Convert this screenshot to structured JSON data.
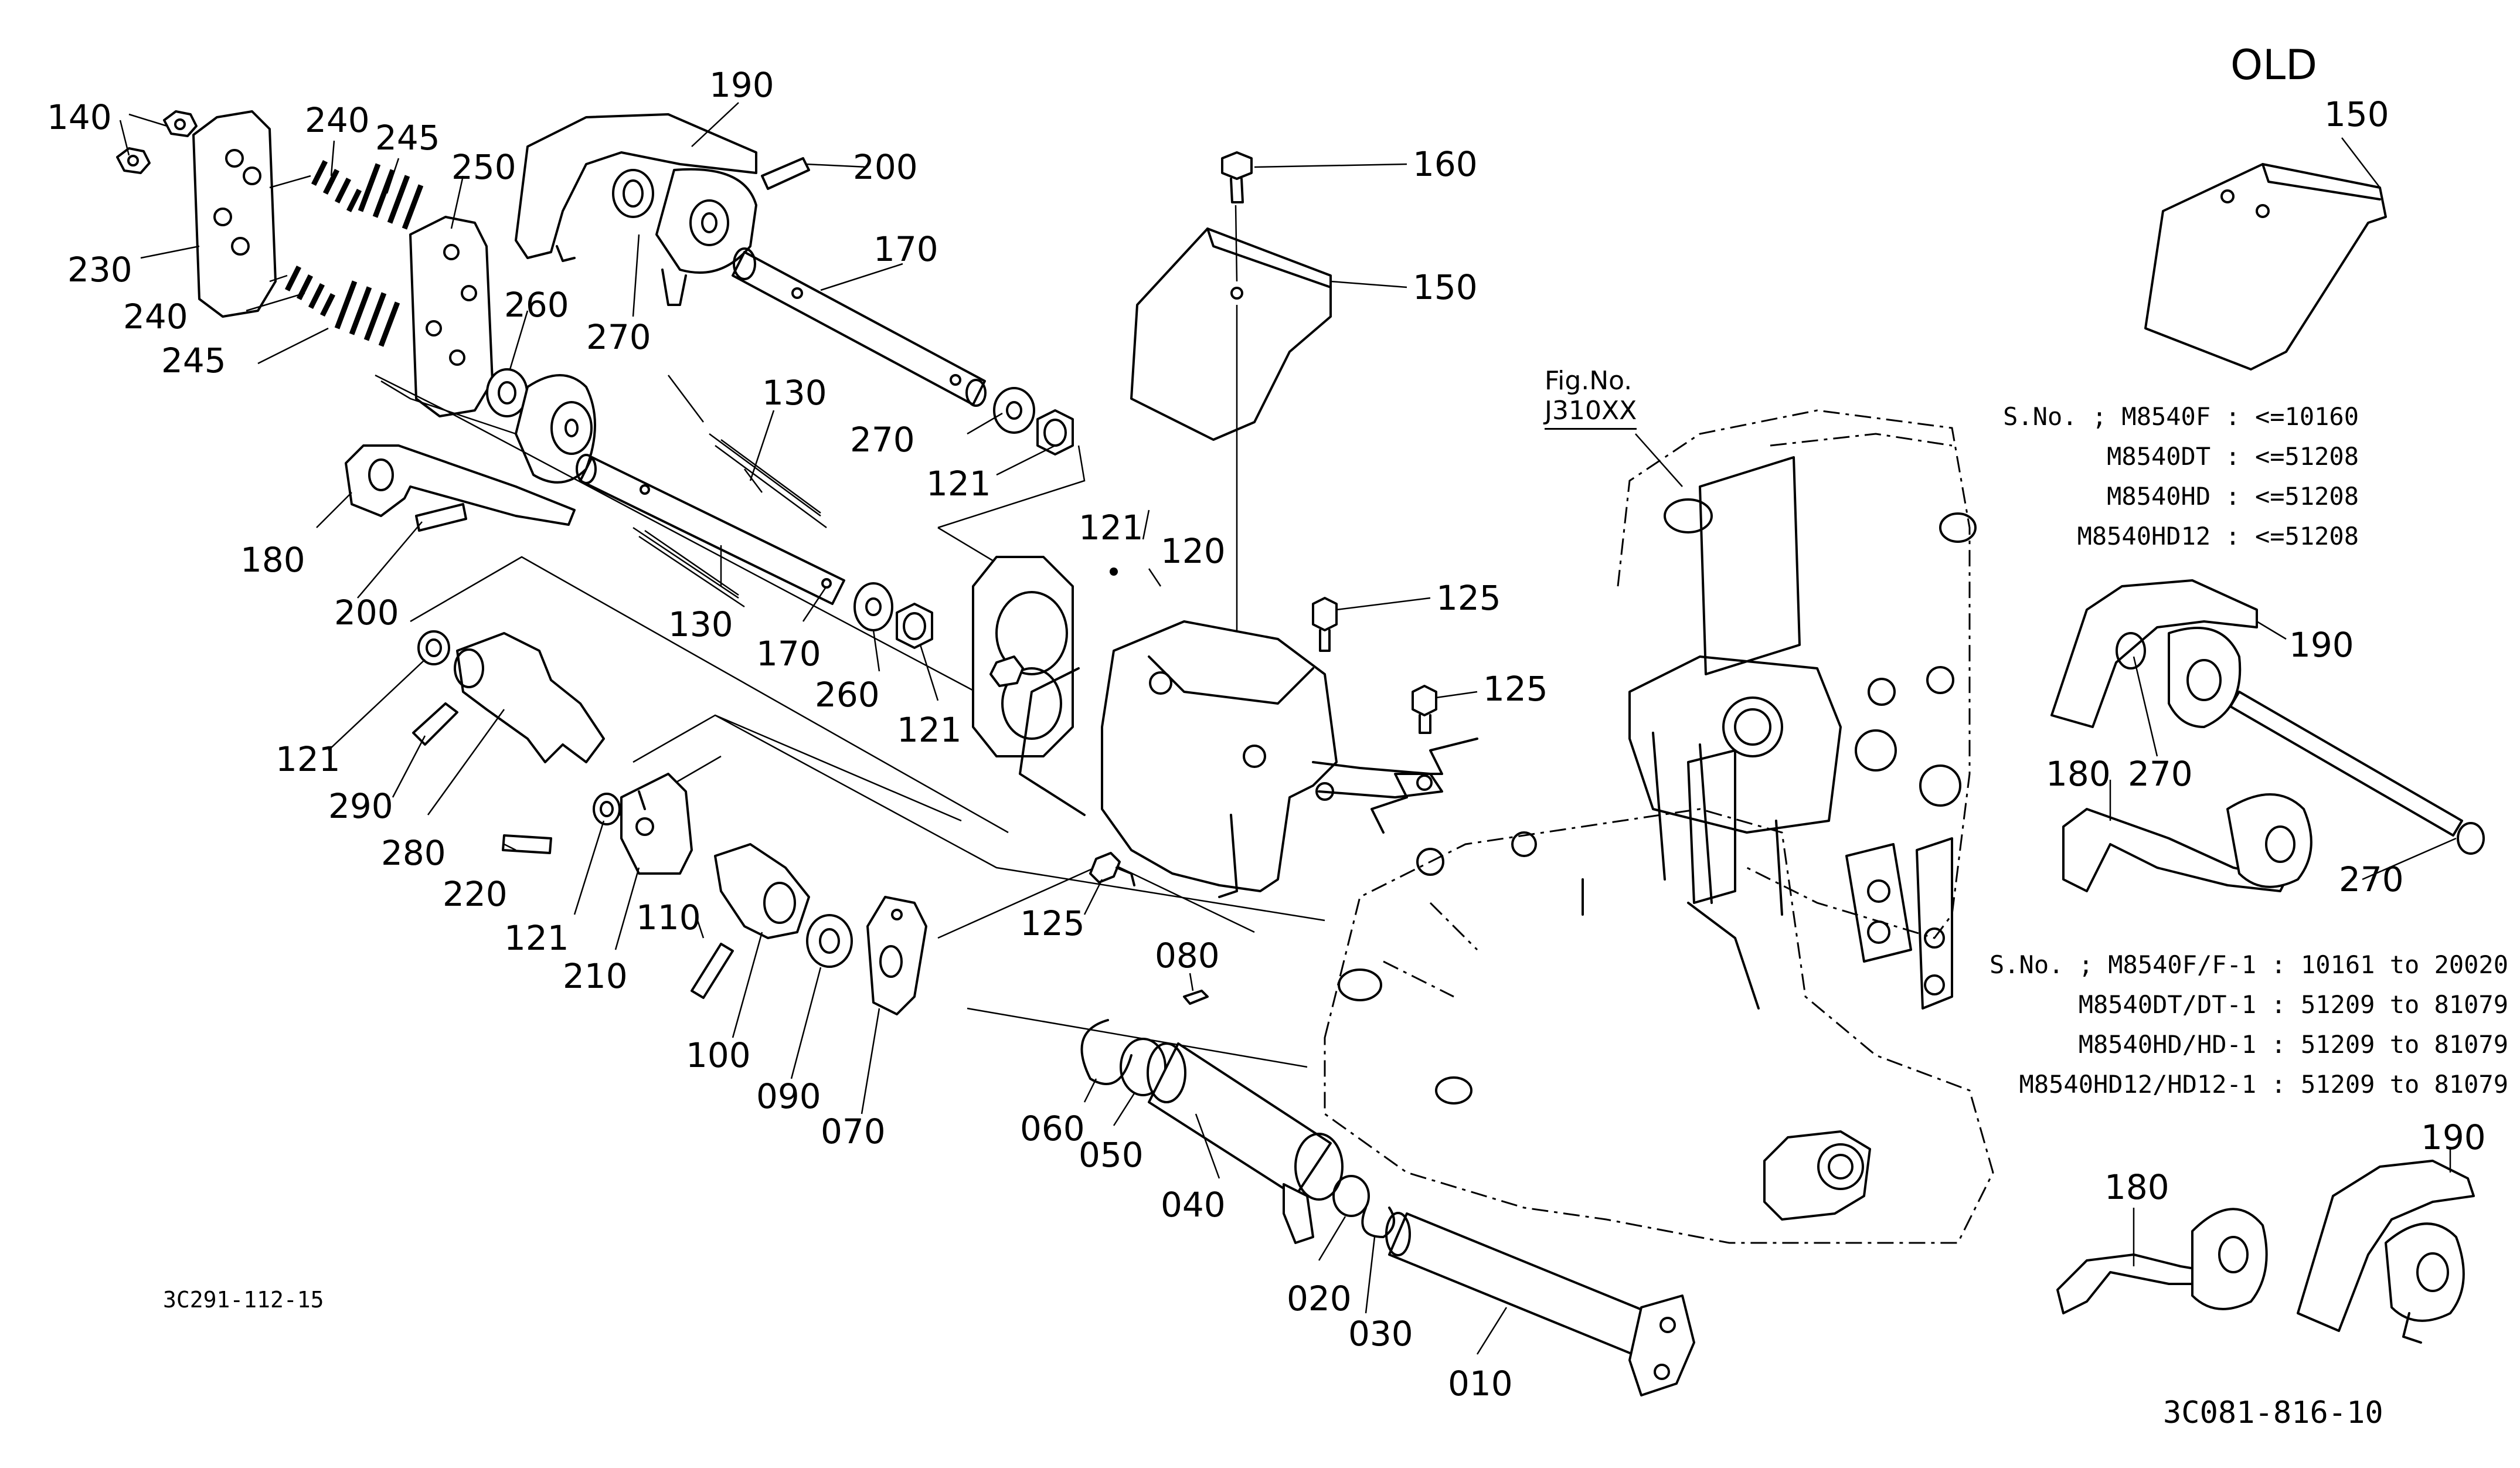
{
  "header": {
    "old_label": "OLD"
  },
  "figure": {
    "fig_no_label": "Fig.No.",
    "fig_no_value": "J310XX"
  },
  "codes": {
    "left_code": "3C291-112-15",
    "right_code": "3C081-816-10"
  },
  "serial_notes": {
    "old": [
      "S.No. ; M8540F : <=10160",
      "M8540DT : <=51208",
      "M8540HD : <=51208",
      "M8540HD12 : <=51208"
    ],
    "new": [
      "S.No. ; M8540F/F-1 : 10161 to 20020",
      "M8540DT/DT-1 : 51209 to 81079",
      "M8540HD/HD-1 : 51209 to 81079",
      "M8540HD12/HD12-1 : 51209 to 81079"
    ]
  },
  "callouts": [
    "140",
    "240",
    "245",
    "190",
    "200",
    "250",
    "230",
    "240",
    "245",
    "260",
    "270",
    "170",
    "160",
    "150",
    "130",
    "270",
    "121",
    "121",
    "120",
    "180",
    "200",
    "130",
    "170",
    "260",
    "121",
    "125",
    "125",
    "121",
    "290",
    "280",
    "220",
    "121",
    "210",
    "110",
    "100",
    "090",
    "070",
    "125",
    "080",
    "060",
    "050",
    "040",
    "020",
    "030",
    "010",
    "150",
    "190",
    "180",
    "270",
    "270",
    "180",
    "190"
  ],
  "icons": {
    "exploded_assembly": "hydraulic-lift-control-linkage",
    "inset_cover_old": "bent-cover-plate",
    "inset_arms_old": "lever-arms-old",
    "inset_arms_new": "lever-arms-new"
  }
}
